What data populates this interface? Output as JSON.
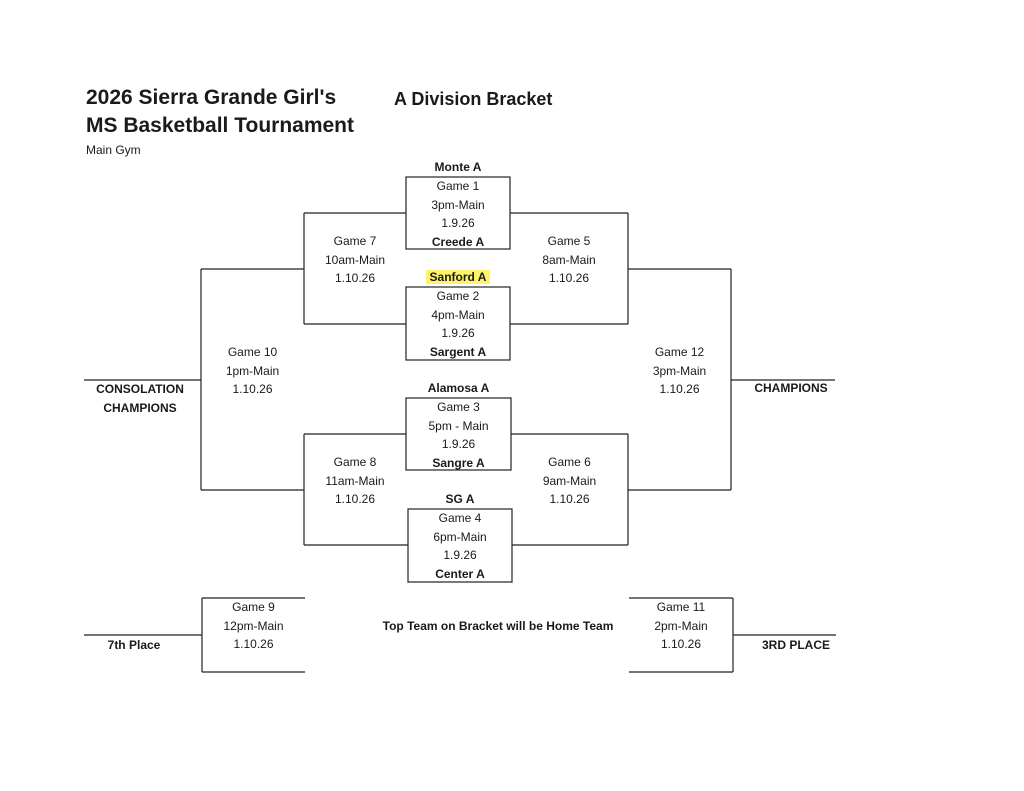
{
  "header": {
    "title_line1": "2026 Sierra Grande Girl's",
    "title_line2": "MS Basketball Tournament",
    "division": "A Division Bracket",
    "venue": "Main Gym"
  },
  "teams": {
    "monte": "Monte A",
    "creede": "Creede A",
    "sanford": "Sanford A",
    "sargent": "Sargent A",
    "alamosa": "Alamosa A",
    "sangre": "Sangre A",
    "sg": "SG A",
    "center": "Center A"
  },
  "games": {
    "g1": {
      "name": "Game 1",
      "time": "3pm-Main",
      "date": "1.9.26"
    },
    "g2": {
      "name": "Game 2",
      "time": "4pm-Main",
      "date": "1.9.26"
    },
    "g3": {
      "name": "Game 3",
      "time": "5pm - Main",
      "date": "1.9.26"
    },
    "g4": {
      "name": "Game 4",
      "time": "6pm-Main",
      "date": "1.9.26"
    },
    "g5": {
      "name": "Game 5",
      "time": "8am-Main",
      "date": "1.10.26"
    },
    "g6": {
      "name": "Game 6",
      "time": "9am-Main",
      "date": "1.10.26"
    },
    "g7": {
      "name": "Game 7",
      "time": "10am-Main",
      "date": "1.10.26"
    },
    "g8": {
      "name": "Game 8",
      "time": "11am-Main",
      "date": "1.10.26"
    },
    "g9": {
      "name": "Game 9",
      "time": "12pm-Main",
      "date": "1.10.26"
    },
    "g10": {
      "name": "Game 10",
      "time": "1pm-Main",
      "date": "1.10.26"
    },
    "g11": {
      "name": "Game 11",
      "time": "2pm-Main",
      "date": "1.10.26"
    },
    "g12": {
      "name": "Game 12",
      "time": "3pm-Main",
      "date": "1.10.26"
    }
  },
  "results": {
    "consolation_line1": "CONSOLATION",
    "consolation_line2": "CHAMPIONS",
    "champions": "CHAMPIONS",
    "seventh": "7th Place",
    "third": "3RD PLACE"
  },
  "note": "Top Team on Bracket will be Home Team",
  "colors": {
    "highlight": "#fff36b",
    "line": "#222222"
  }
}
